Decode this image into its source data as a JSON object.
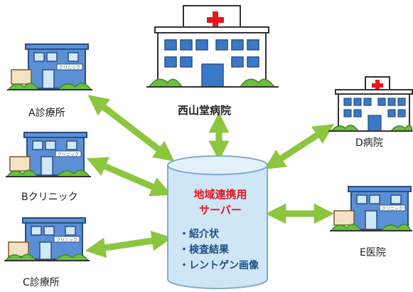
{
  "facilities": {
    "saizando": "西山堂病院",
    "clinic_a": "A診療所",
    "clinic_b": "Bクリニック",
    "clinic_c": "C診療所",
    "hospital_d": "D病院",
    "clinic_e": "E医院"
  },
  "signs": {
    "clinic": "クリニック"
  },
  "server": {
    "title_line1": "地域連携用",
    "title_line2": "サーバー",
    "items": [
      "・紹介状",
      "・検査結果",
      "・レントゲン画像"
    ]
  },
  "colors": {
    "arrow": "#8cc63f",
    "server_fill": "#cfe6f7",
    "server_title": "#e8161c",
    "server_items": "#1f4f86",
    "red_cross": "#e8161c",
    "clinic_wall": "#5b8fd6"
  }
}
